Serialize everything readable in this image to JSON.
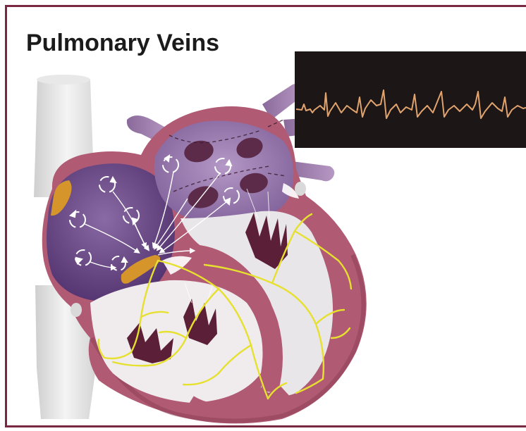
{
  "title": "Pulmonary Veins",
  "colors": {
    "frame_border": "#7a2841",
    "ecg_background": "#1d1616",
    "ecg_trace": "#e0a36e",
    "heart_outer": "#b15a74",
    "heart_chamber": "#6a3e78",
    "conduction_pathway": "#e6e02e",
    "nodes": "#d5952a",
    "vessels_gray": "#e2e2e2"
  },
  "icons": [
    "heart-cross-section-illustration",
    "ecg-strip",
    "circular-arrow-icon"
  ]
}
